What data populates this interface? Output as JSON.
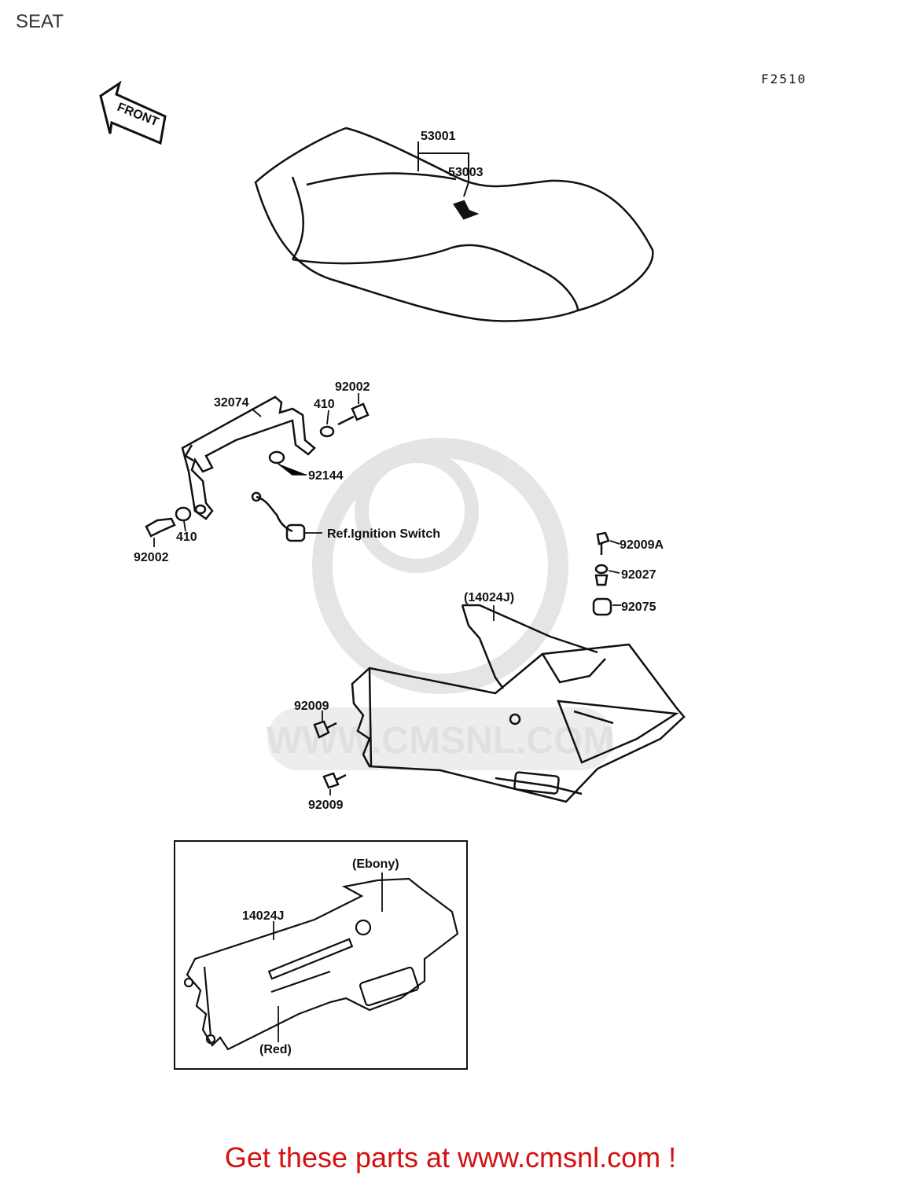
{
  "page": {
    "title": "SEAT",
    "figure_code": "F2510"
  },
  "front_arrow": {
    "label": "FRONT"
  },
  "seat_labels": {
    "seat": "53001",
    "seat_cover": "53003"
  },
  "bracket_labels": {
    "bracket": "32074",
    "bolt_upper": "92002",
    "washer_upper": "410",
    "bushing": "92144",
    "washer_lower": "410",
    "bolt_lower": "92002",
    "ignition_ref": "Ref.Ignition Switch"
  },
  "cover_labels": {
    "screw_a": "92009A",
    "collar": "92027",
    "damper": "92075",
    "cover_ref": "(14024J)",
    "screw_upper": "92009",
    "screw_lower": "92009"
  },
  "inset": {
    "part": "14024J",
    "color_top": "(Ebony)",
    "color_bottom": "(Red)"
  },
  "watermark": {
    "text": "WWW.CMSNL.COM"
  },
  "footer": {
    "text": "Get these parts at www.cmsnl.com !"
  },
  "colors": {
    "footer": "#d41111",
    "watermark": "#dddddd",
    "line": "#111111"
  }
}
